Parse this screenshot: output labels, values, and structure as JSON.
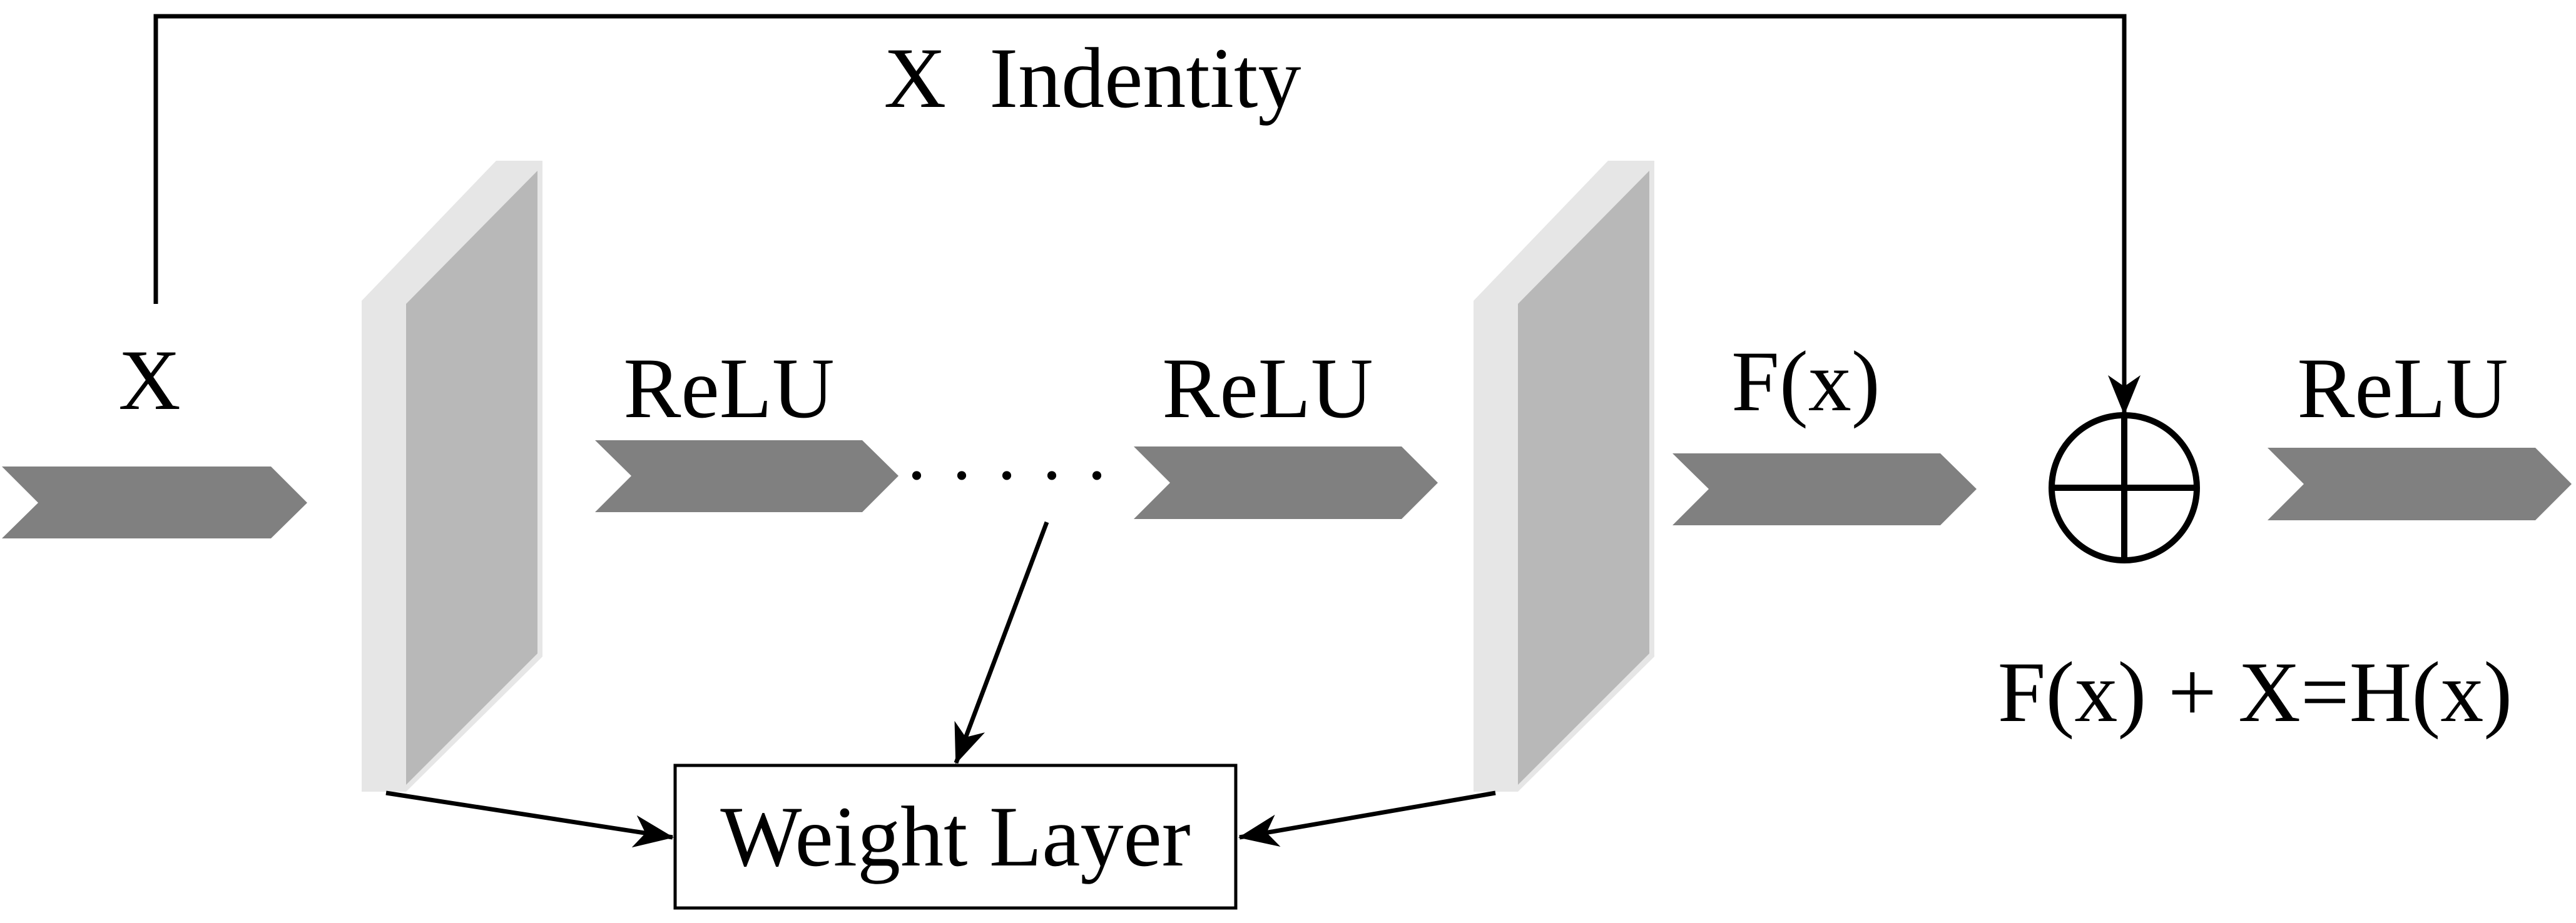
{
  "identity_label": "X  Indentity",
  "input_label": "X",
  "relu_labels": [
    "ReLU",
    "ReLU",
    "ReLU"
  ],
  "ellipsis": ".....",
  "residual_label": "F(x)",
  "output_formula": "F(x) + X=H(x)",
  "weight_layer_label": "Weight Layer",
  "colors": {
    "arrow_fill": "#808080",
    "layer_face": "#b8b8b8",
    "layer_edge": "#e6e6e6"
  }
}
